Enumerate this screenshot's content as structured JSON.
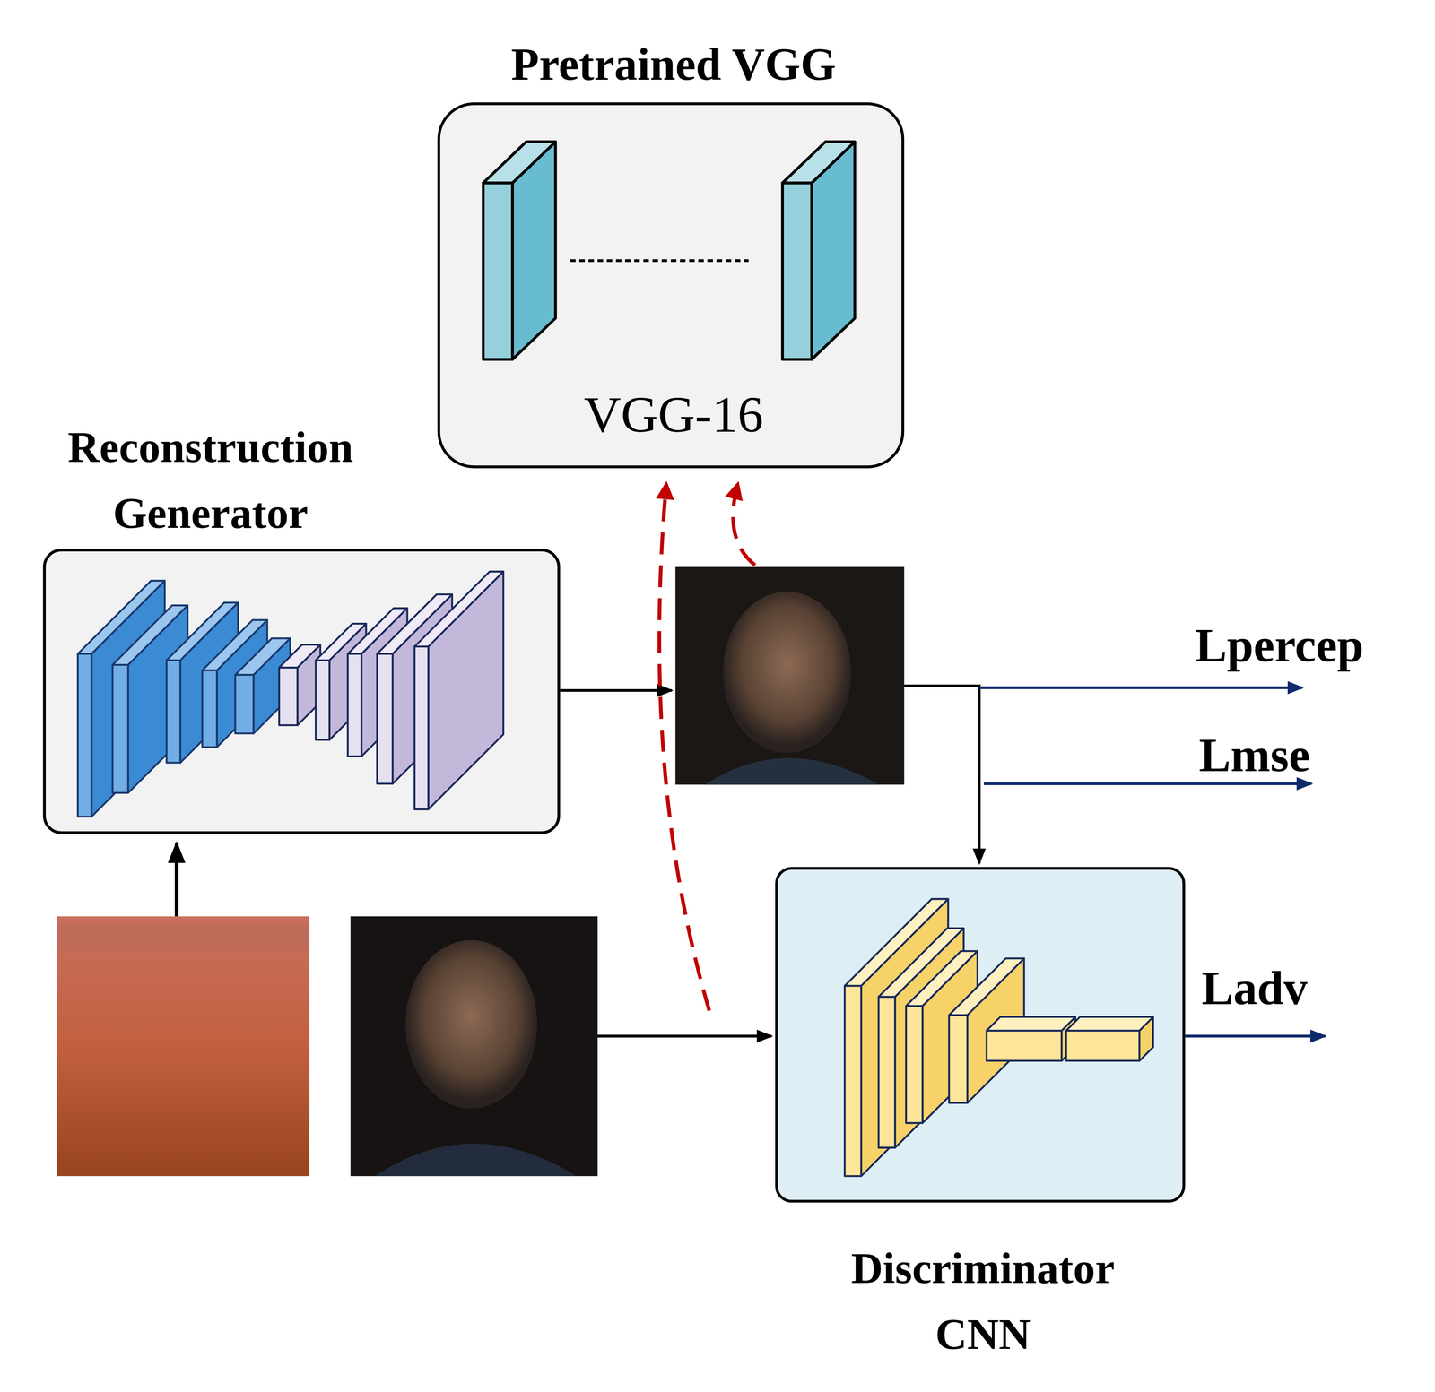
{
  "diagram": {
    "nodes": [
      {
        "text": [
          "Pretrained VGG",
          "VGG-16"
        ]
      },
      {
        "text": [
          "Reconstruction Generator"
        ]
      },
      {
        "text": [
          "Discriminator CNN"
        ]
      }
    ],
    "labels": [
      "Lpercep",
      "Lmse",
      "Ladv"
    ]
  }
}
